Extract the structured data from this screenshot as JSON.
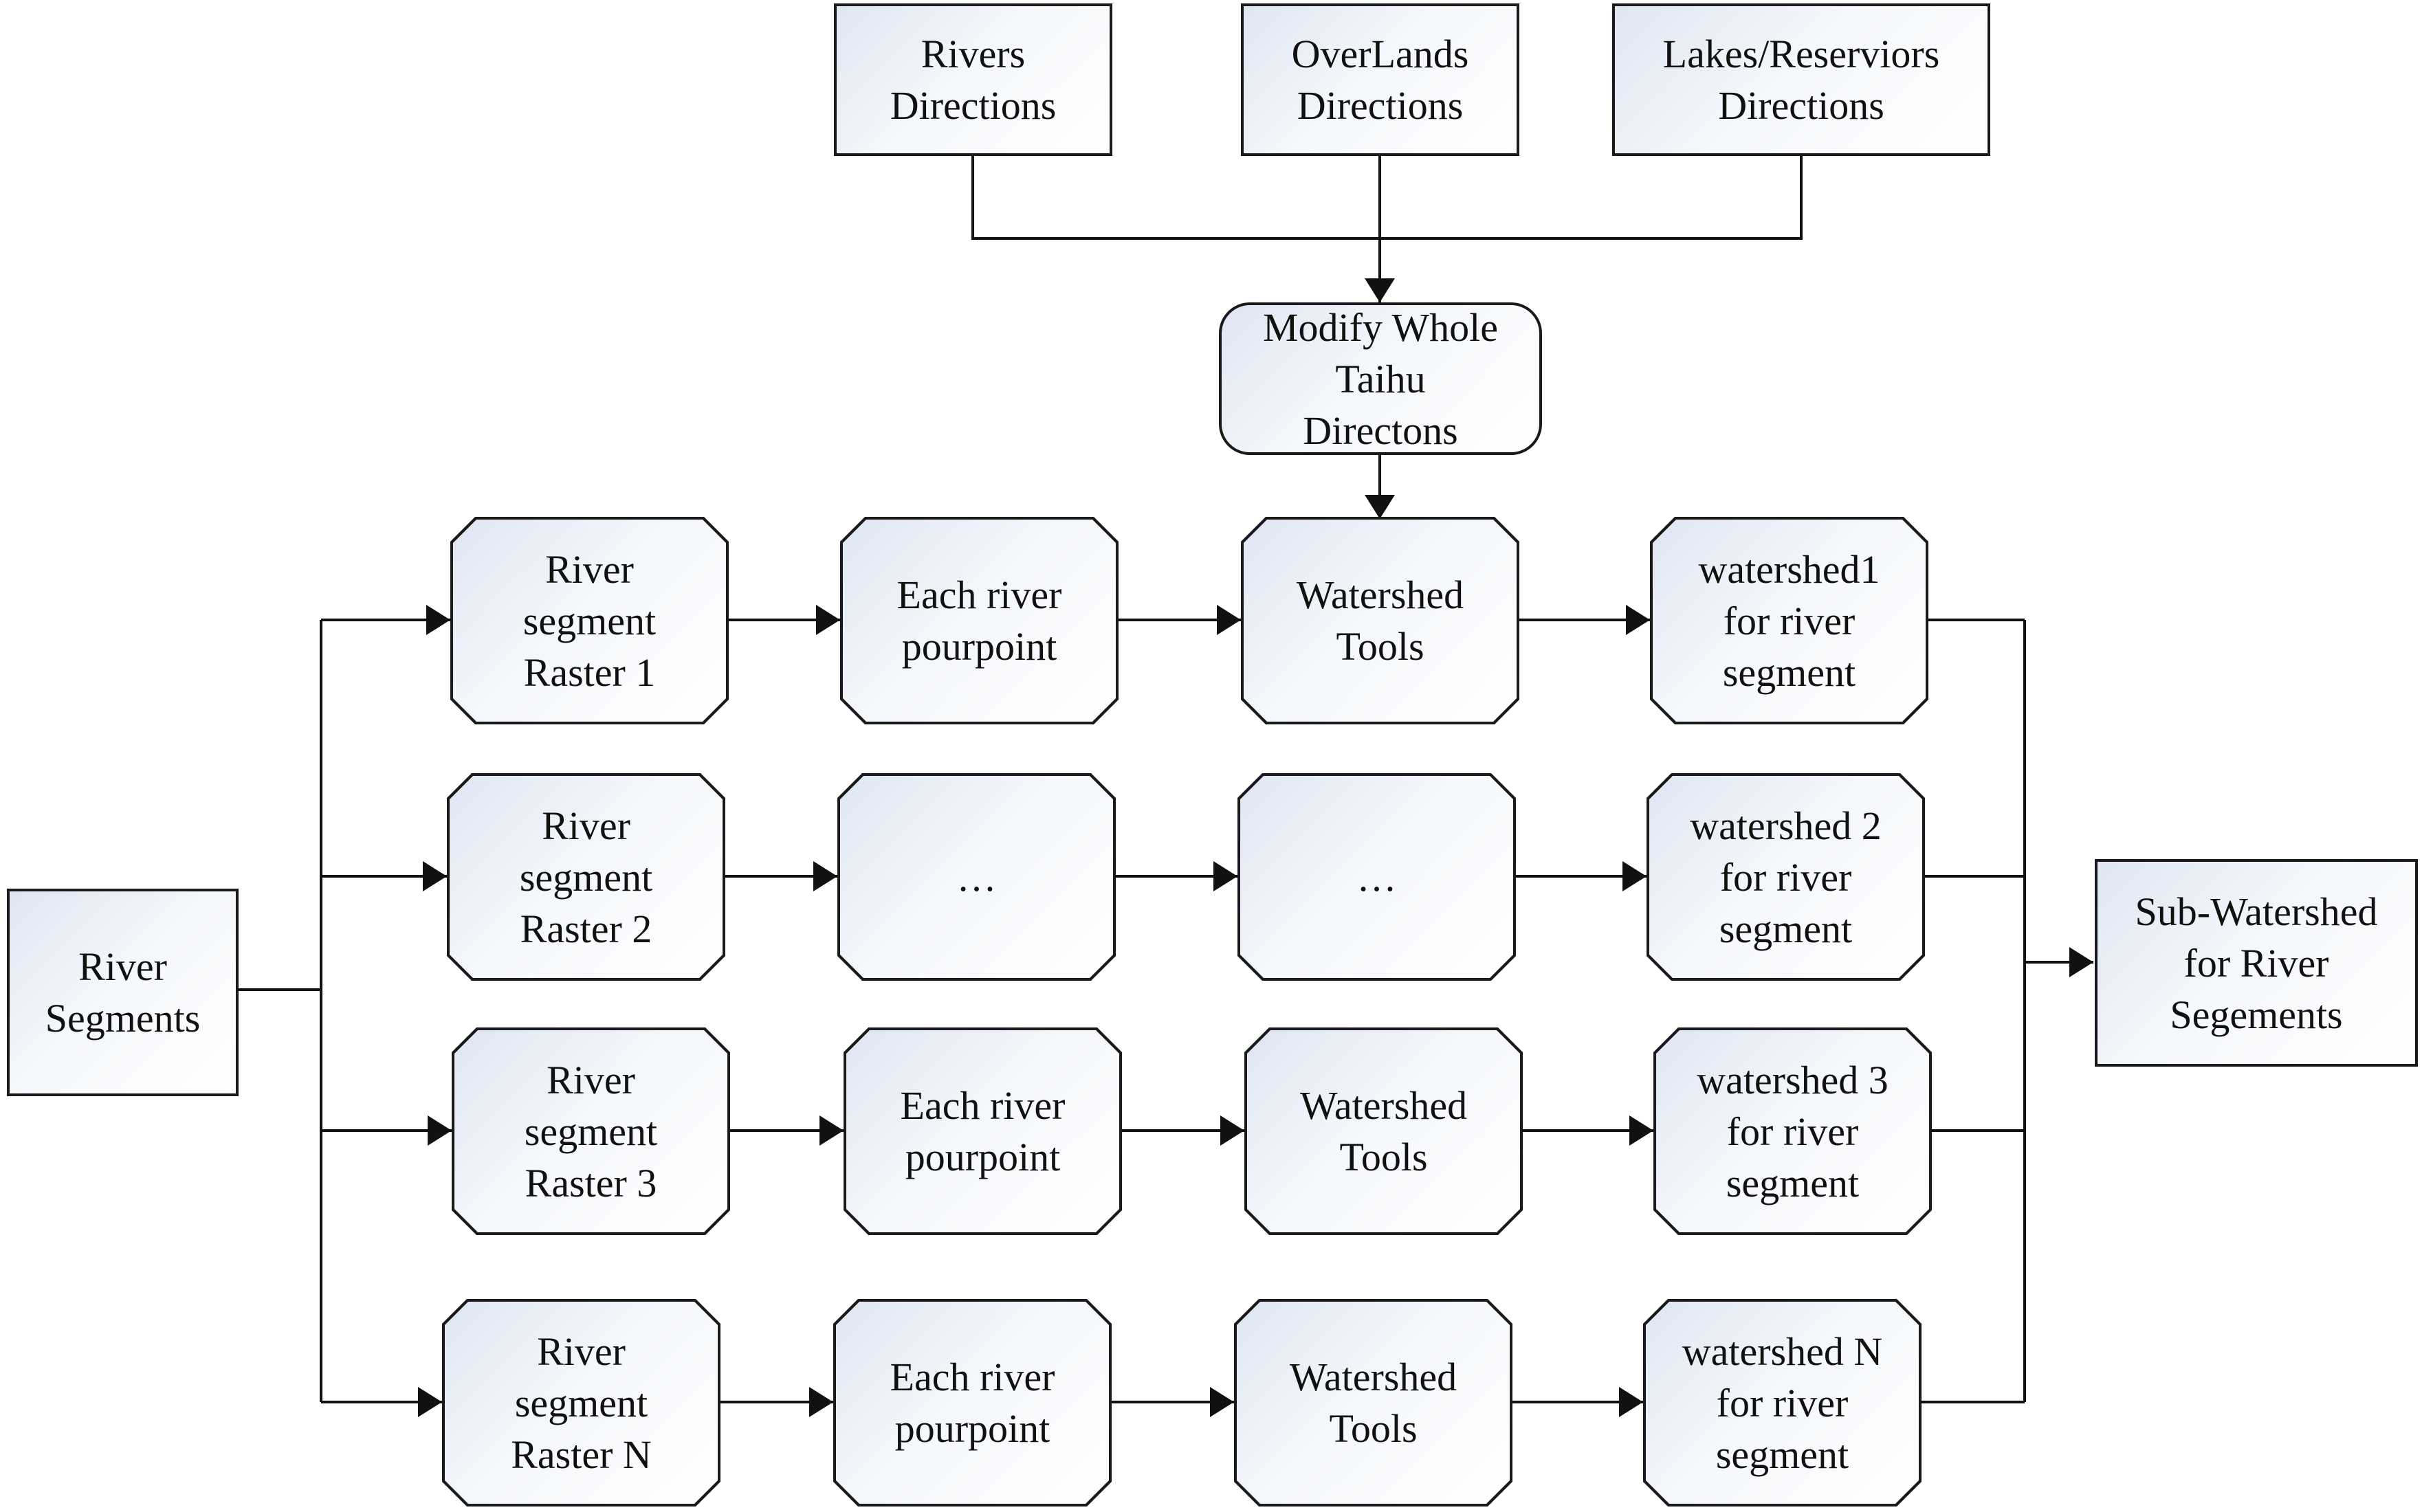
{
  "inputs": {
    "rivers": [
      "Rivers",
      "Directions"
    ],
    "overlands": [
      "OverLands",
      "Directions"
    ],
    "lakes": [
      "Lakes/Reserviors",
      "Directions"
    ]
  },
  "modify": [
    "Modify Whole",
    "Taihu",
    "Directons"
  ],
  "source": [
    "River",
    "Segments"
  ],
  "output": [
    "Sub-Watershed",
    "for River",
    "Segements"
  ],
  "rows": [
    {
      "raster": [
        "River",
        "segment",
        "Raster 1"
      ],
      "pourpoint": [
        "Each river",
        "pourpoint"
      ],
      "tools": [
        "Watershed",
        "Tools"
      ],
      "watershed": [
        "watershed1",
        "for river",
        "segment"
      ]
    },
    {
      "raster": [
        "River",
        "segment",
        "Raster 2"
      ],
      "pourpoint": [
        "…"
      ],
      "tools": [
        "…"
      ],
      "watershed": [
        "watershed 2",
        "for river",
        "segment"
      ]
    },
    {
      "raster": [
        "River",
        "segment",
        "Raster 3"
      ],
      "pourpoint": [
        "Each river",
        "pourpoint"
      ],
      "tools": [
        "Watershed",
        "Tools"
      ],
      "watershed": [
        "watershed 3",
        "for river",
        "segment"
      ]
    },
    {
      "raster": [
        "River",
        "segment",
        "Raster N"
      ],
      "pourpoint": [
        "Each river",
        "pourpoint"
      ],
      "tools": [
        "Watershed",
        "Tools"
      ],
      "watershed": [
        "watershed N",
        "for river",
        "segment"
      ]
    }
  ]
}
